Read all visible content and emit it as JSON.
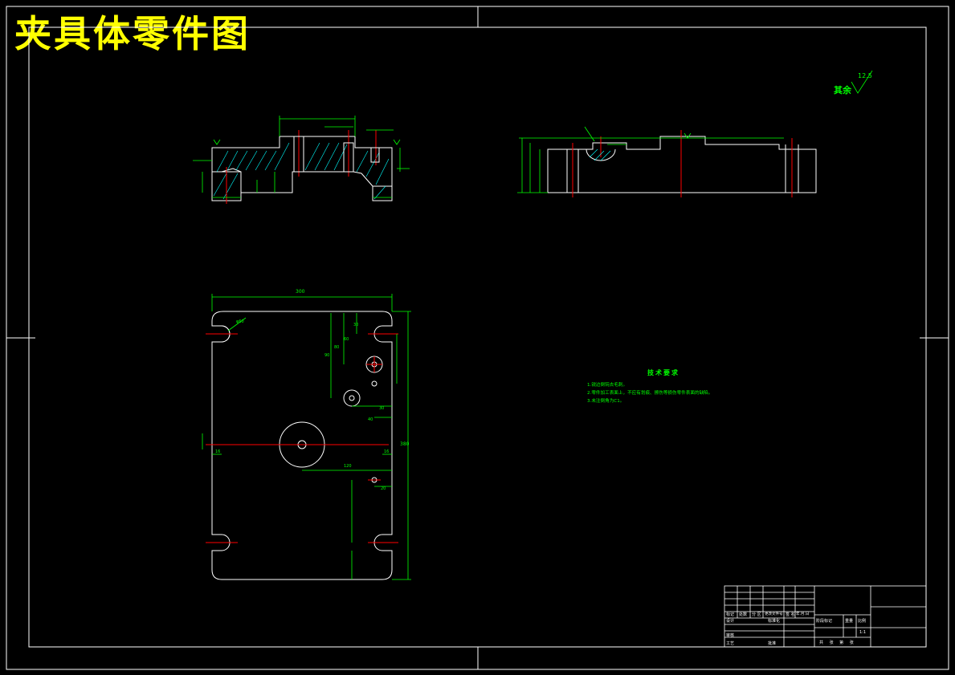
{
  "drawing": {
    "title": "夹具体零件图",
    "roughness_note": {
      "label": "其余",
      "value": "12.5"
    },
    "technical_requirements": {
      "heading": "技术要求",
      "items": [
        "1.锐边倒钝去毛刺。",
        "2.零件加工表面上，不应有划痕、擦伤等损伤零件表面的缺陷。",
        "3.未注倒角为C1。"
      ]
    },
    "plan_view_dims": {
      "overall_width": "300",
      "overall_height": "380",
      "hole_dia_large": "φ60",
      "edge_offset_left": "16",
      "edge_offset_right": "16",
      "dims_right": [
        "30",
        "60",
        "80",
        "90",
        "30",
        "40",
        "20",
        "120"
      ]
    },
    "title_block": {
      "cells": [
        "标记",
        "处数",
        "分 区",
        "更改文件号",
        "签 名",
        "年.月.日",
        "设计",
        "标准化",
        "审核",
        "工艺",
        "批准",
        "阶段标记",
        "重量",
        "比例",
        "1:1",
        "共 张 第 张"
      ]
    },
    "colors": {
      "outline": "#ffffff",
      "dimension": "#00ff00",
      "centerline": "#ff0000",
      "hatch": "#00ffff",
      "title": "#ffff00"
    }
  }
}
